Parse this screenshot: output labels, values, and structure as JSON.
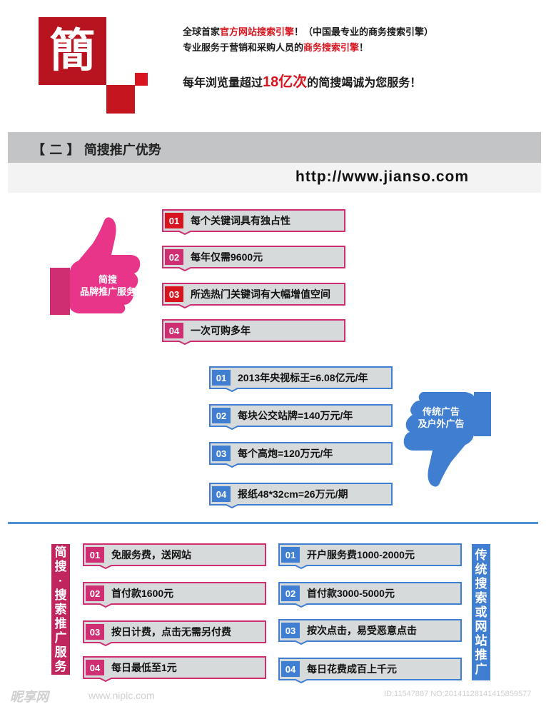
{
  "logo": {
    "character": "簡"
  },
  "intro": {
    "line1_a": "全球首家",
    "line1_b": "官方网站搜索引擎",
    "line1_c": "！（中国最专业的商务搜索引擎）",
    "line2_a": "专业服务于营销和采购人员的",
    "line2_b": "商务搜索引擎",
    "line2_c": "！",
    "line3_a": "每年浏览量超过",
    "line3_b": "18亿次",
    "line3_c": "的简搜竭诚为您服务！"
  },
  "section": {
    "title": "【 二 】 简搜推广优势",
    "url": "http://www.jianso.com"
  },
  "jianso_brand": {
    "label_line1": "简搜",
    "label_line2": "品牌推广服务",
    "items": [
      {
        "num": "01",
        "text": "每个关键词具有独占性"
      },
      {
        "num": "02",
        "text": "每年仅需9600元"
      },
      {
        "num": "03",
        "text": "所选热门关键词有大幅增值空间"
      },
      {
        "num": "04",
        "text": "一次可购多年"
      }
    ]
  },
  "traditional_ads": {
    "label_line1": "传统广告",
    "label_line2": "及户外广告",
    "items": [
      {
        "num": "01",
        "text": "2013年央视标王=6.08亿元/年"
      },
      {
        "num": "02",
        "text": "每块公交站牌=140万元/年"
      },
      {
        "num": "03",
        "text": "每个高炮=120万元/年"
      },
      {
        "num": "04",
        "text": "报纸48*32cm=26万元/期"
      }
    ]
  },
  "compare_left": {
    "label": [
      "简",
      "搜",
      "·",
      "搜",
      "索",
      "推",
      "广",
      "服",
      "务"
    ],
    "items": [
      {
        "num": "01",
        "text": "免服务费，送网站"
      },
      {
        "num": "02",
        "text": "首付款1600元"
      },
      {
        "num": "03",
        "text": "按日计费，点击无需另付费"
      },
      {
        "num": "04",
        "text": "每日最低至1元"
      }
    ]
  },
  "compare_right": {
    "label": [
      "传",
      "统",
      "搜",
      "索",
      "或",
      "网",
      "站",
      "推",
      "广"
    ],
    "items": [
      {
        "num": "01",
        "text": "开户服务费1000-2000元"
      },
      {
        "num": "02",
        "text": "首付款3000-5000元"
      },
      {
        "num": "03",
        "text": "按次点击，易受恶意点击"
      },
      {
        "num": "04",
        "text": "每日花费成百上千元"
      }
    ]
  },
  "footer": {
    "watermark": "昵享网",
    "site": "www.nipic.com",
    "image_id": "ID:11547887 NO:20141128141415859577"
  },
  "colors": {
    "brand_red": "#b8141f",
    "pink": "#cf2f72",
    "blue": "#3f7ed1",
    "box_fill": "#d7dadb"
  }
}
